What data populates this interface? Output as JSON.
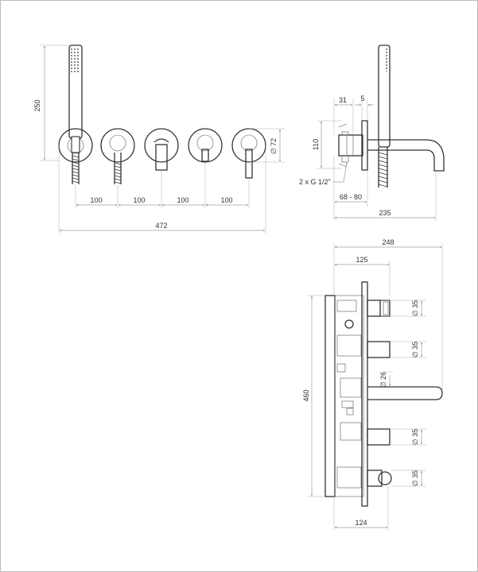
{
  "front_view": {
    "height_handshower": "250",
    "diameter_plate": "∅ 72",
    "spacing_1": "100",
    "spacing_2": "100",
    "spacing_3": "100",
    "spacing_4": "100",
    "overall_width": "472"
  },
  "side_view": {
    "depth_a": "31",
    "depth_b": "5",
    "body_height": "110",
    "thread": "2 x G 1/2\"",
    "wall_range": "68 - 80",
    "spout_projection": "235"
  },
  "top_view": {
    "total_depth": "248",
    "body_depth": "125",
    "diameter_1": "∅ 35",
    "diameter_2": "∅ 35",
    "diameter_spout": "∅ 26",
    "diameter_3": "∅ 35",
    "diameter_4": "∅ 35",
    "total_length": "460",
    "base_depth": "124"
  }
}
